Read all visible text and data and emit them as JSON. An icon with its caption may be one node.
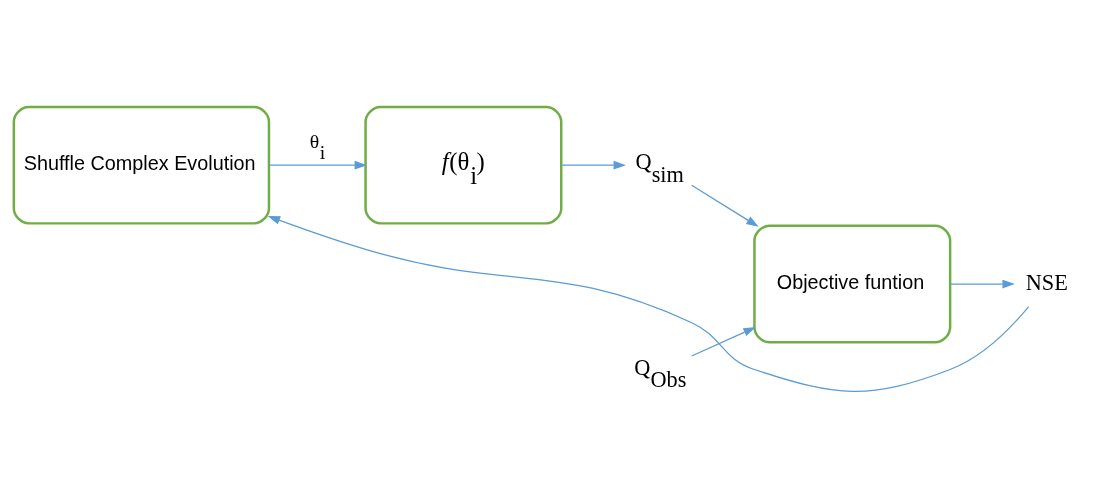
{
  "diagram": {
    "nodes": [
      {
        "text": [
          "Shuffle Complex Evolution"
        ]
      },
      {
        "text": [
          "*f*(θ$_{i}$)"
        ]
      },
      {
        "text": [
          "Q$_{sim}$"
        ]
      },
      {
        "text": [
          "Objective funtion"
        ]
      },
      {
        "text": [
          "Q$_{Obs}$"
        ]
      },
      {
        "text": [
          "NSE"
        ]
      }
    ],
    "edges": [
      {
        "from": 0,
        "to": 1,
        "arrow": "to",
        "label": "θ$_{i}$"
      },
      {
        "from": 1,
        "to": 2,
        "arrow": "to"
      },
      {
        "from": 2,
        "to": 3,
        "arrow": "to"
      },
      {
        "from": 4,
        "to": 3,
        "arrow": "to"
      },
      {
        "from": 3,
        "to": 5,
        "arrow": "to"
      },
      {
        "from": 5,
        "to": 0,
        "arrow": "to"
      }
    ]
  }
}
